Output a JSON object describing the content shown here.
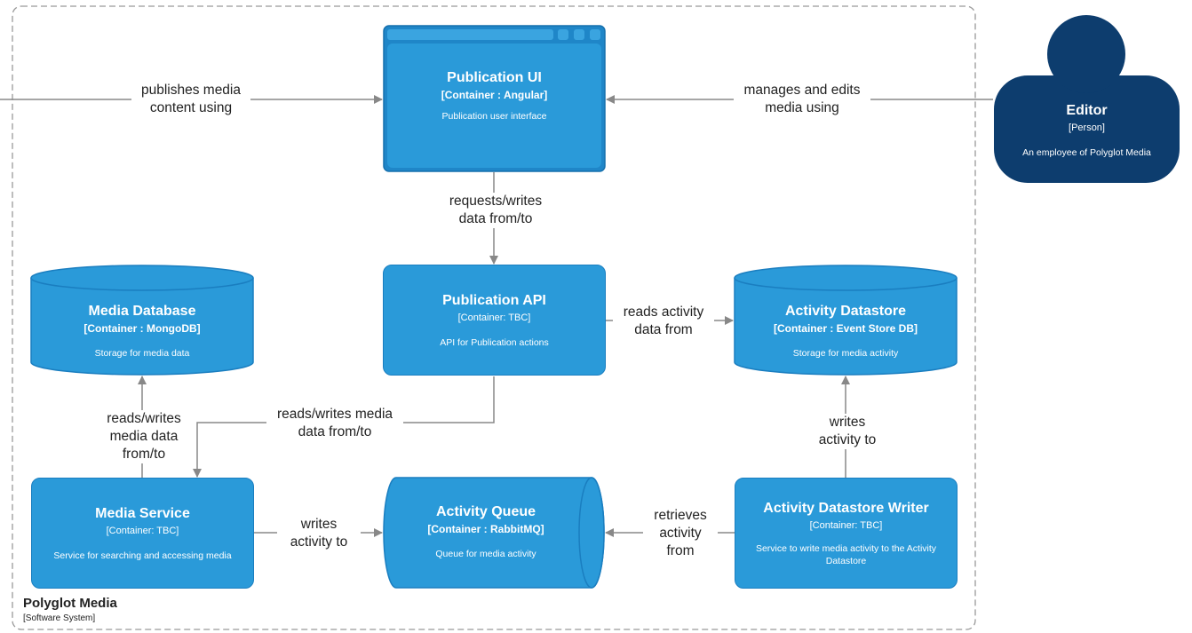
{
  "boundary": {
    "title": "Polyglot Media",
    "subtitle": "[Software System]"
  },
  "nodes": {
    "publication_ui": {
      "title": "Publication UI",
      "tech": "[Container : Angular]",
      "desc": "Publication user interface"
    },
    "editor": {
      "title": "Editor",
      "tech": "[Person]",
      "desc": "An employee of Polyglot Media"
    },
    "media_database": {
      "title": "Media Database",
      "tech": "[Container : MongoDB]",
      "desc": "Storage for media data"
    },
    "publication_api": {
      "title": "Publication API",
      "tech": "[Container: TBC]",
      "desc": "API for Publication actions"
    },
    "activity_datastore": {
      "title": "Activity Datastore",
      "tech": "[Container : Event Store DB]",
      "desc": "Storage for media activity"
    },
    "media_service": {
      "title": "Media Service",
      "tech": "[Container: TBC]",
      "desc": "Service for searching and accessing media"
    },
    "activity_queue": {
      "title": "Activity Queue",
      "tech": "[Container : RabbitMQ]",
      "desc": "Queue for media activity"
    },
    "activity_datastore_writer": {
      "title": "Activity Datastore Writer",
      "tech": "[Container: TBC]",
      "desc": "Service to write media activity to the Activity Datastore"
    }
  },
  "edges": {
    "publishes": "publishes media\ncontent using",
    "manages": "manages and edits\nmedia using",
    "requests": "requests/writes\ndata from/to",
    "reads_activity": "reads activity\ndata from",
    "reads_writes_media": "reads/writes media\ndata from/to",
    "reads_writes_db": "reads/writes\nmedia data\nfrom/to",
    "writes_queue": "writes\nactivity to",
    "retrieves": "retrieves\nactivity\nfrom",
    "writes_store": "writes\nactivity to"
  },
  "colors": {
    "container": "#2a9ad9",
    "person": "#0d3d6e",
    "edge": "#888888",
    "boundary": "#999999"
  }
}
